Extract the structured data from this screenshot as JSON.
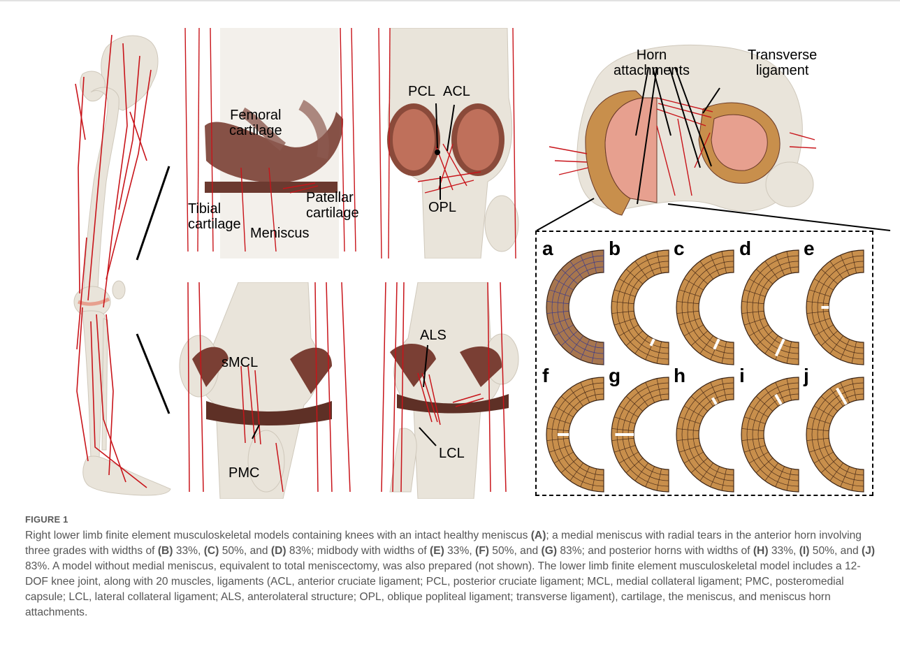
{
  "figure": {
    "panels": {
      "femoral_cartilage": "Femoral\ncartilage",
      "patellar_cartilage": "Patellar\ncartilage",
      "tibial_cartilage": "Tibial\ncartilage",
      "meniscus": "Meniscus",
      "pcl": "PCL",
      "acl": "ACL",
      "opl": "OPL",
      "horn_attachments": "Horn\nattachments",
      "transverse_ligament": "Transverse\nligament",
      "smcl": "sMCL",
      "pmc": "PMC",
      "als": "ALS",
      "lcl": "LCL"
    },
    "sub_letters": [
      "a",
      "b",
      "c",
      "d",
      "e",
      "f",
      "g",
      "h",
      "i",
      "j"
    ],
    "colors": {
      "bone": "#e9e4da",
      "ligament": "#c8141a",
      "cartilage": "#7a3f34",
      "meniscus_tan": "#c88f4c",
      "meniscus_pink": "#e7a08f"
    }
  },
  "caption": {
    "label": "FIGURE 1",
    "parts": {
      "p1": "Right lower limb finite element musculoskeletal models containing knees with an intact healthy meniscus ",
      "A": "(A)",
      "p2": "; a medial meniscus with radial tears in the anterior horn involving three grades with widths of ",
      "B": "(B)",
      "p3": " 33%, ",
      "C": "(C)",
      "p4": " 50%, and ",
      "D": "(D)",
      "p5": " 83%; midbody with widths of ",
      "E": "(E)",
      "p6": " 33%, ",
      "F": "(F)",
      "p7": " 50%, and ",
      "G": "(G)",
      "p8": " 83%; and posterior horns with widths of ",
      "H": "(H)",
      "p9": " 33%, ",
      "I": "(I)",
      "p10": " 50%, and ",
      "J": "(J)",
      "p11": " 83%. A model without medial meniscus, equivalent to total meniscectomy, was also prepared (not shown). The lower limb finite element musculoskeletal model includes a 12-DOF knee joint, along with 20 muscles, ligaments (ACL, anterior cruciate ligament; PCL, posterior cruciate ligament; MCL, medial collateral ligament; PMC, posteromedial capsule; LCL, lateral collateral ligament; ALS, anterolateral structure; OPL, oblique popliteal ligament; transverse ligament), cartilage, the meniscus, and meniscus horn attachments."
    }
  }
}
